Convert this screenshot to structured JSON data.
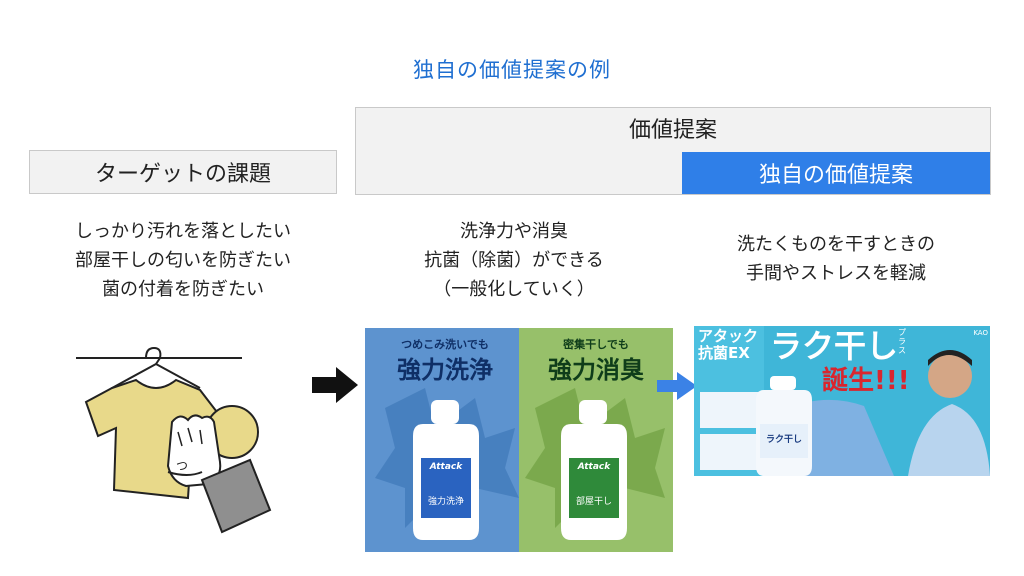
{
  "page": {
    "title": "独自の価値提案の例"
  },
  "headers": {
    "target": "ターゲットの課題",
    "value_proposition": "価値提案",
    "unique_value_proposition": "独自の価値提案"
  },
  "columns": {
    "target_issues": [
      "しっかり汚れを落としたい",
      "部屋干しの匂いを防ぎたい",
      "菌の付着を防ぎたい"
    ],
    "value_proposition": [
      "洗浄力や消臭",
      "抗菌（除菌）ができる",
      "（一般化していく）"
    ],
    "unique_value": [
      "洗たくものを干すときの",
      "手間やストレスを軽減"
    ]
  },
  "product_ad_1": {
    "left_caption": "つめこみ洗いでも",
    "left_headline": "強力洗浄",
    "right_caption": "密集干しでも",
    "right_headline": "強力消臭",
    "brand": "Attack",
    "left_label": "強力洗浄",
    "right_label": "部屋干し"
  },
  "product_ad_2": {
    "brand_line1": "アタック",
    "brand_line2": "抗菌EX",
    "headline": "ラク干し",
    "headline_suffix": "プラス",
    "tagline": "誕生!!!",
    "corner": "KAO",
    "bottle_label": "ラク干し"
  },
  "colors": {
    "title_blue": "#1f6fd1",
    "unique_blue": "#2f7fe8",
    "arrow_blue": "#3b82e6",
    "arrow_black": "#111111"
  },
  "icons": [
    "shirt-on-hanger-illustration",
    "right-arrow-icon",
    "right-arrow-blue-icon"
  ]
}
